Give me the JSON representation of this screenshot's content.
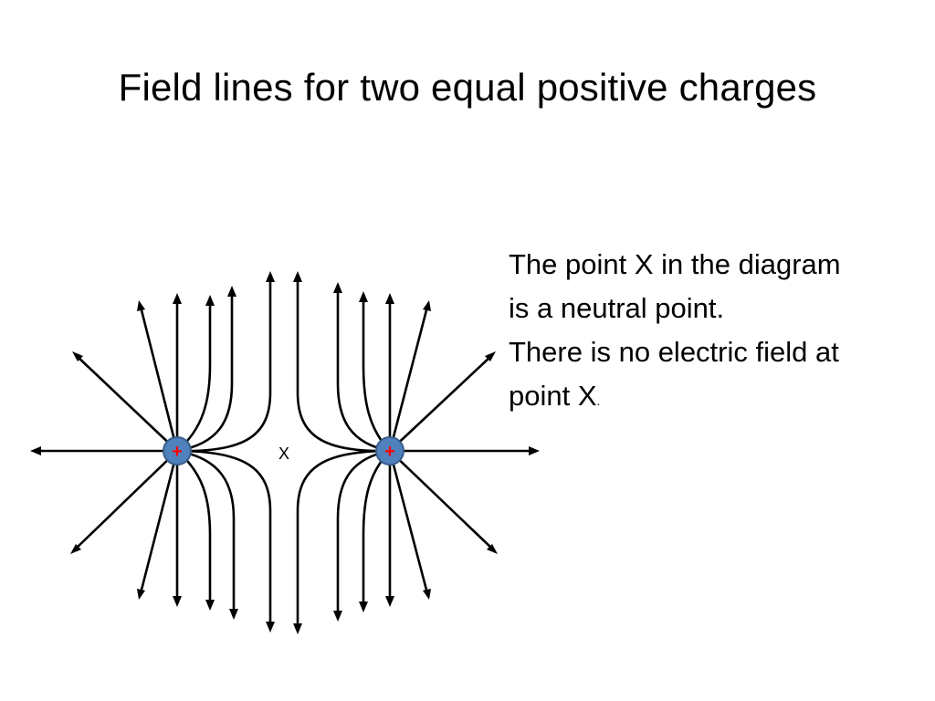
{
  "slide": {
    "title": "Field lines for two equal positive charges",
    "body": {
      "line1": "The point X in the diagram",
      "line2": "is a neutral point.",
      "line3": "There is no electric field at",
      "line4": "point X",
      "line4_suffix": "."
    }
  },
  "diagram": {
    "charges": [
      {
        "sign": "+",
        "fill": "#4f81bd",
        "sign_color": "#ff0000"
      },
      {
        "sign": "+",
        "fill": "#4f81bd",
        "sign_color": "#ff0000"
      }
    ],
    "neutral_point_label": "X",
    "line_color": "#000000"
  }
}
